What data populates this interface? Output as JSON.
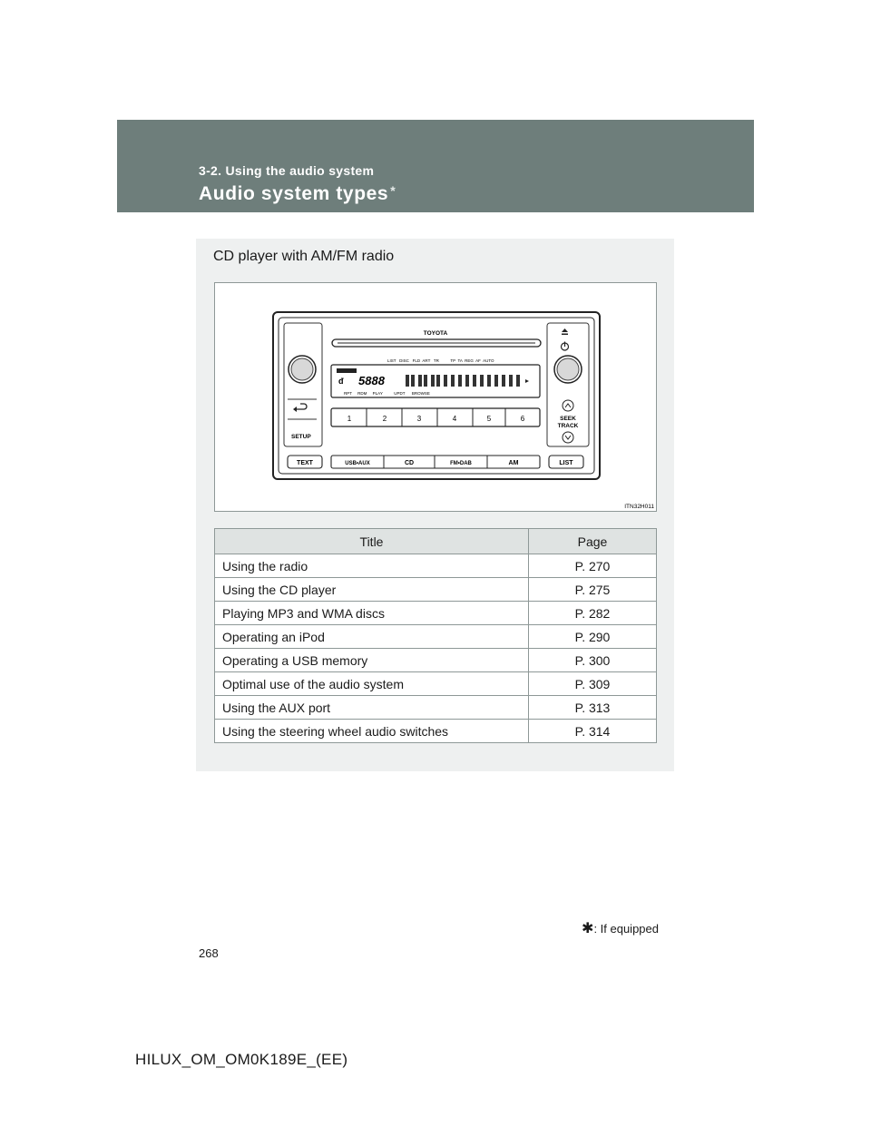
{
  "header": {
    "section": "3-2. Using the audio system",
    "title": "Audio system types",
    "title_mark": "*"
  },
  "panel": {
    "caption": "CD player with AM/FM radio",
    "figure": {
      "brand": "TOYOTA",
      "figure_code": "ITN32H011",
      "preset_labels": [
        "1",
        "2",
        "3",
        "4",
        "5",
        "6"
      ],
      "bottom_buttons": [
        "TEXT",
        "USB•AUX",
        "CD",
        "FM•DAB",
        "AM",
        "LIST"
      ],
      "setup_label": "SETUP",
      "seek_label_1": "SEEK",
      "seek_label_2": "TRACK",
      "display_top_labels": "LIST   DISC   FLD  ART   TR          TP  TA  REG  AF  AUTO",
      "display_bottom_labels": "RPT     RDM     PLAY          UPDT      BROWSE"
    },
    "table": {
      "headers": [
        "Title",
        "Page"
      ],
      "rows": [
        {
          "title": "Using the radio",
          "page": "P. 270"
        },
        {
          "title": "Using the CD player",
          "page": "P. 275"
        },
        {
          "title": "Playing MP3 and WMA discs",
          "page": "P. 282"
        },
        {
          "title": "Operating an iPod",
          "page": "P. 290"
        },
        {
          "title": "Operating a USB memory",
          "page": "P. 300"
        },
        {
          "title": "Optimal use of the audio system",
          "page": "P. 309"
        },
        {
          "title": "Using the AUX port",
          "page": "P. 313"
        },
        {
          "title": "Using the steering wheel audio switches",
          "page": "P. 314"
        }
      ]
    }
  },
  "footnote": {
    "mark": "✱",
    "text": ": If equipped"
  },
  "page_number": "268",
  "doc_code": "HILUX_OM_OM0K189E_(EE)"
}
